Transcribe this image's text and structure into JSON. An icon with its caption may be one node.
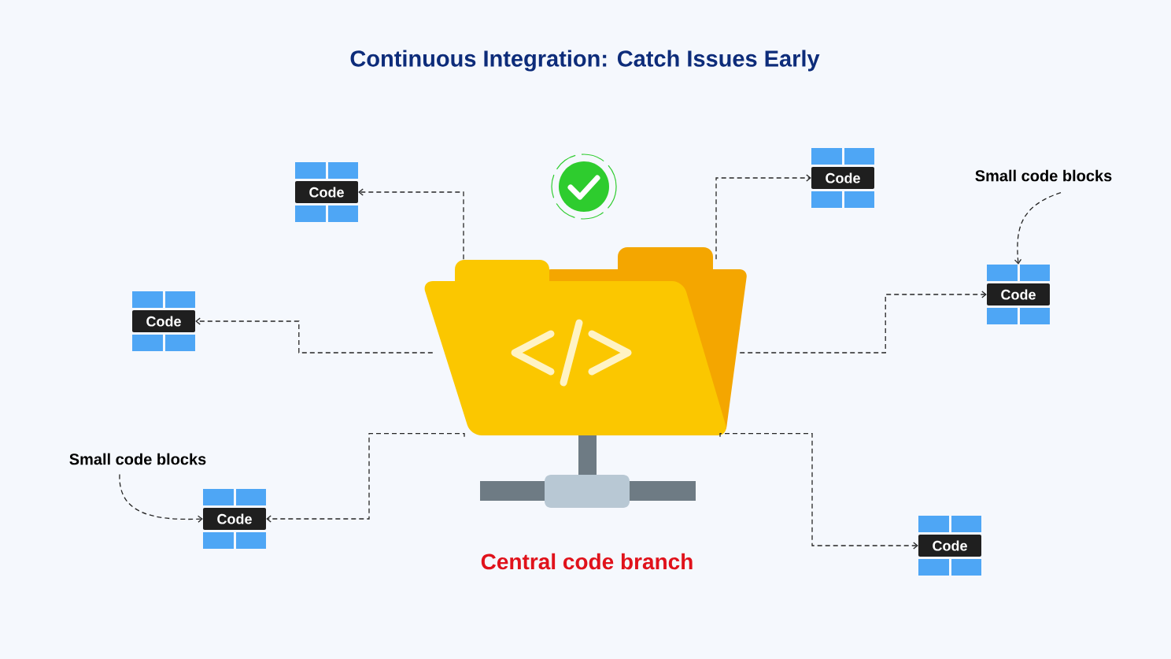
{
  "diagram": {
    "title": "Continuous Integration: Catch Issues Early",
    "nodes": [
      {
        "text": [],
        "shape": "picture",
        "beside": [
          "Central code branch"
        ]
      },
      {
        "text": [
          "Code"
        ]
      },
      {
        "text": [
          "Code"
        ]
      },
      {
        "text": [
          "Small code blocks"
        ]
      },
      {
        "text": [
          "Code"
        ]
      },
      {
        "text": [
          "Code"
        ]
      },
      {
        "text": [
          "Small code blocks"
        ]
      },
      {
        "text": [
          "Code"
        ]
      },
      {
        "text": [
          "Code"
        ]
      }
    ],
    "edges": [
      {
        "from": 0,
        "to": 1,
        "arrow": "to",
        "style": "dashed"
      },
      {
        "from": 0,
        "to": 2,
        "arrow": "to",
        "style": "dashed"
      },
      {
        "from": 0,
        "to": 4,
        "arrow": "to",
        "style": "dashed"
      },
      {
        "from": 0,
        "to": 5,
        "arrow": "to",
        "style": "dashed"
      },
      {
        "from": 0,
        "to": 7,
        "arrow": "to",
        "style": "dashed"
      },
      {
        "from": 0,
        "to": 8,
        "arrow": "to",
        "style": "dashed"
      },
      {
        "from": 3,
        "to": 5,
        "arrow": "to",
        "style": "dashed"
      },
      {
        "from": 6,
        "to": 7,
        "arrow": "to",
        "style": "dashed"
      }
    ]
  }
}
